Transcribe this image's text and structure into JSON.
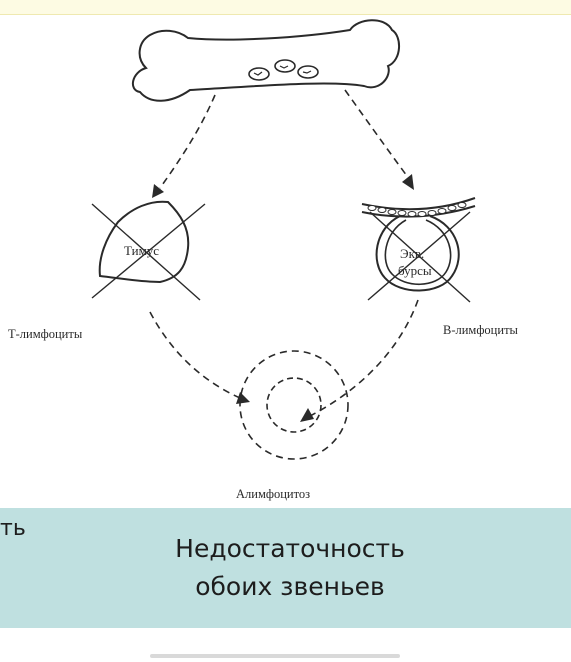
{
  "diagram": {
    "bone_label": "",
    "thymus_label": "Тимус",
    "bursa_label_line1": "Экв.",
    "bursa_label_line2": "бурсы",
    "t_cells_label": "Т-лимфоциты",
    "b_cells_label": "В-лимфоциты",
    "result_label": "Алимфоцитоз"
  },
  "panel": {
    "left_fragment": "ть",
    "title": "Недостаточность\nобоих звеньев"
  },
  "colors": {
    "panel_bg": "#bfe0e0",
    "top_strip": "#fdfbe3",
    "ink": "#2a2a2a"
  }
}
